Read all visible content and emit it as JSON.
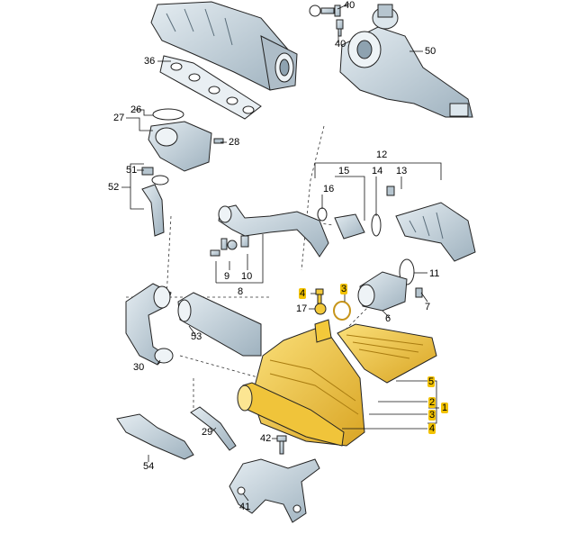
{
  "callouts": {
    "c36": "36",
    "c40a": "40",
    "c40b": "40",
    "c50": "50",
    "c26": "26",
    "c27": "27",
    "c28": "28",
    "c51": "51",
    "c52": "52",
    "c12": "12",
    "c15": "15",
    "c14": "14",
    "c13": "13",
    "c16": "16",
    "c9": "9",
    "c10": "10",
    "c8": "8",
    "c11": "11",
    "c4a": "4",
    "c3a": "3",
    "c17": "17",
    "c6": "6",
    "c7": "7",
    "c53": "53",
    "c30": "30",
    "c5": "5",
    "c2": "2",
    "c1": "1",
    "c3b": "3",
    "c4b": "4",
    "c42": "42",
    "c29": "29",
    "c54": "54",
    "c41": "41"
  },
  "colors": {
    "line": "#222222",
    "part_fill": "#c4d2dc",
    "part_shade": "#93a6b4",
    "highlight_fill": "#f3c93a",
    "highlight_shade": "#d2a21e",
    "label_highlight": "#f2c200"
  }
}
